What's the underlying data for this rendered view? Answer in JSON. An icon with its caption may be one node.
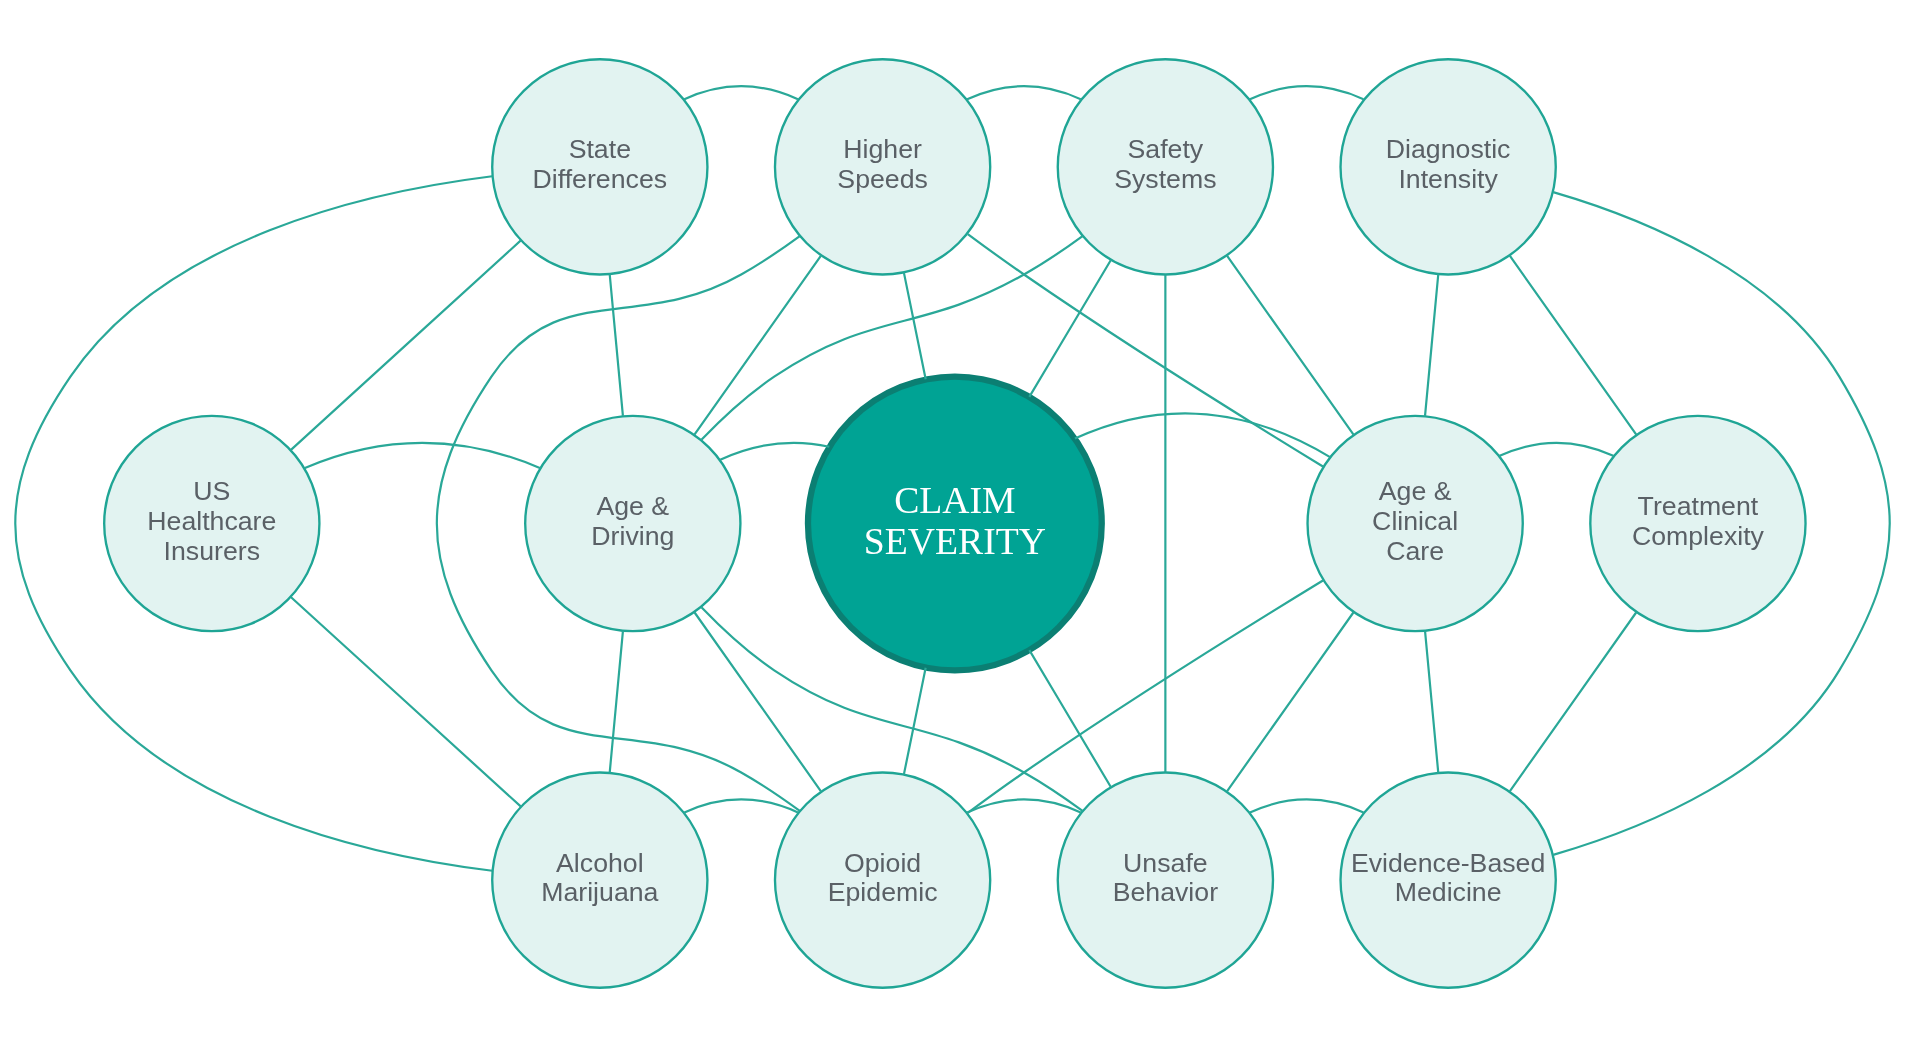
{
  "diagram": {
    "nodes": [
      {
        "text": [
          "State Differences"
        ]
      },
      {
        "text": [
          "Higher Speeds"
        ]
      },
      {
        "text": [
          "Safety Systems"
        ]
      },
      {
        "text": [
          "Diagnostic Intensity"
        ]
      },
      {
        "text": [
          "US Healthcare Insurers"
        ]
      },
      {
        "text": [
          "Age & Driving"
        ]
      },
      {
        "text": [
          "CLAIM SEVERITY"
        ]
      },
      {
        "text": [
          "Age & Clinical Care"
        ]
      },
      {
        "text": [
          "Treatment Complexity"
        ]
      },
      {
        "text": [
          "Alcohol Marijuana"
        ]
      },
      {
        "text": [
          "Opioid Epidemic"
        ]
      },
      {
        "text": [
          "Unsafe Behavior"
        ]
      },
      {
        "text": [
          "Evidence-Based Medicine"
        ]
      }
    ],
    "edges": [
      {
        "from": 0,
        "to": 1,
        "arrow": "none"
      },
      {
        "from": 1,
        "to": 2,
        "arrow": "none"
      },
      {
        "from": 2,
        "to": 3,
        "arrow": "none"
      },
      {
        "from": 4,
        "to": 5,
        "arrow": "none"
      },
      {
        "from": 5,
        "to": 6,
        "arrow": "none"
      },
      {
        "from": 6,
        "to": 7,
        "arrow": "none"
      },
      {
        "from": 7,
        "to": 8,
        "arrow": "none"
      },
      {
        "from": 9,
        "to": 10,
        "arrow": "none"
      },
      {
        "from": 10,
        "to": 11,
        "arrow": "none"
      },
      {
        "from": 11,
        "to": 12,
        "arrow": "none"
      },
      {
        "from": 0,
        "to": 4,
        "arrow": "none"
      },
      {
        "from": 4,
        "to": 9,
        "arrow": "none"
      },
      {
        "from": 0,
        "to": 9,
        "arrow": "none"
      },
      {
        "from": 0,
        "to": 5,
        "arrow": "none"
      },
      {
        "from": 5,
        "to": 9,
        "arrow": "none"
      },
      {
        "from": 1,
        "to": 5,
        "arrow": "none"
      },
      {
        "from": 1,
        "to": 10,
        "arrow": "none"
      },
      {
        "from": 1,
        "to": 6,
        "arrow": "none"
      },
      {
        "from": 1,
        "to": 7,
        "arrow": "none"
      },
      {
        "from": 2,
        "to": 5,
        "arrow": "none"
      },
      {
        "from": 2,
        "to": 6,
        "arrow": "none"
      },
      {
        "from": 2,
        "to": 11,
        "arrow": "none"
      },
      {
        "from": 2,
        "to": 7,
        "arrow": "none"
      },
      {
        "from": 3,
        "to": 7,
        "arrow": "none"
      },
      {
        "from": 3,
        "to": 12,
        "arrow": "none"
      },
      {
        "from": 3,
        "to": 8,
        "arrow": "none"
      },
      {
        "from": 5,
        "to": 10,
        "arrow": "none"
      },
      {
        "from": 5,
        "to": 11,
        "arrow": "none"
      },
      {
        "from": 6,
        "to": 10,
        "arrow": "none"
      },
      {
        "from": 6,
        "to": 11,
        "arrow": "none"
      },
      {
        "from": 7,
        "to": 10,
        "arrow": "none"
      },
      {
        "from": 7,
        "to": 11,
        "arrow": "none"
      },
      {
        "from": 7,
        "to": 12,
        "arrow": "none"
      },
      {
        "from": 8,
        "to": 12,
        "arrow": "none"
      }
    ]
  }
}
